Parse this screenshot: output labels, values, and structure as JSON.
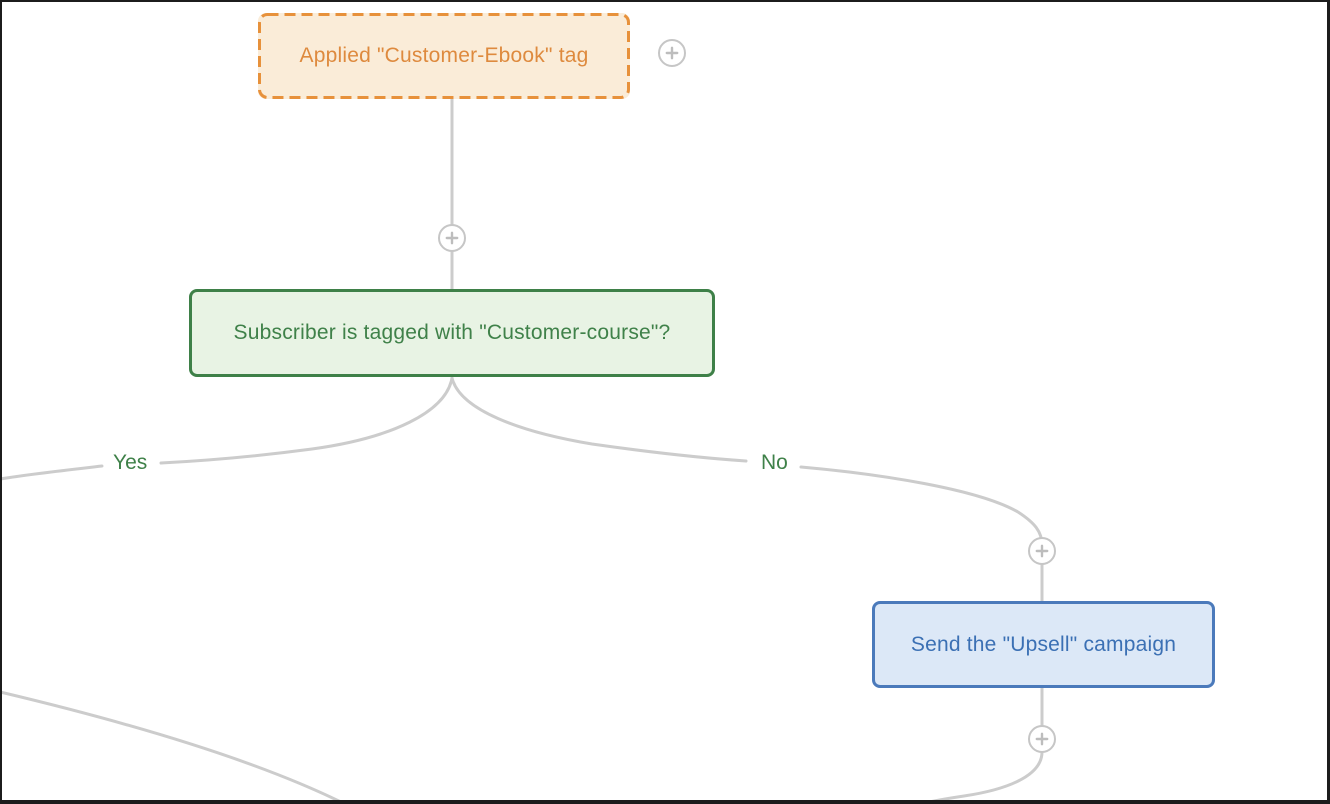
{
  "colors": {
    "frame-border": "#1c1c1c",
    "connector": "#cccccc",
    "plus-border": "#c6c6c6",
    "plus-glyph": "#bdbdbd",
    "trigger-border": "#e7913b",
    "trigger-fill": "#faecd8",
    "trigger-text": "#de8a3e",
    "condition-border": "#3e8048",
    "condition-fill": "#e8f3e4",
    "condition-text": "#3f8149",
    "action-border": "#4b7abb",
    "action-fill": "#dce8f7",
    "action-text": "#3b70b4",
    "branch-label": "#3f8149"
  },
  "nodes": {
    "trigger": {
      "label": "Applied \"Customer-Ebook\" tag"
    },
    "condition": {
      "label": "Subscriber is tagged with \"Customer-course\"?"
    },
    "action": {
      "label": "Send the \"Upsell\" campaign"
    }
  },
  "branches": {
    "yes": "Yes",
    "no": "No"
  }
}
